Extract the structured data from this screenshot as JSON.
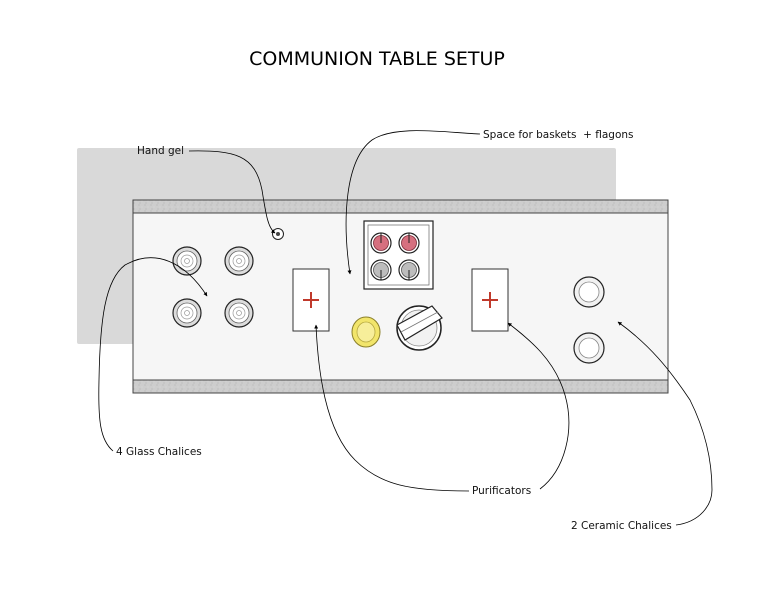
{
  "title": "COMMUNION TABLE SETUP",
  "labels": {
    "hand_gel": "Hand gel",
    "baskets_flagons": "Space for baskets  + flagons",
    "glass_chalices": "4 Glass Chalices",
    "purificators": "Purificators",
    "ceramic_chalices": "2 Ceramic Chalices"
  },
  "colors": {
    "backdrop": "#d9d9d9",
    "table_top": "#f6f6f6",
    "table_edge": "#cfcfcf",
    "purificator_cross": "#c0392b",
    "red_cup": "#d6707f",
    "gold_plate": "#f2e56b",
    "line": "#000000"
  }
}
